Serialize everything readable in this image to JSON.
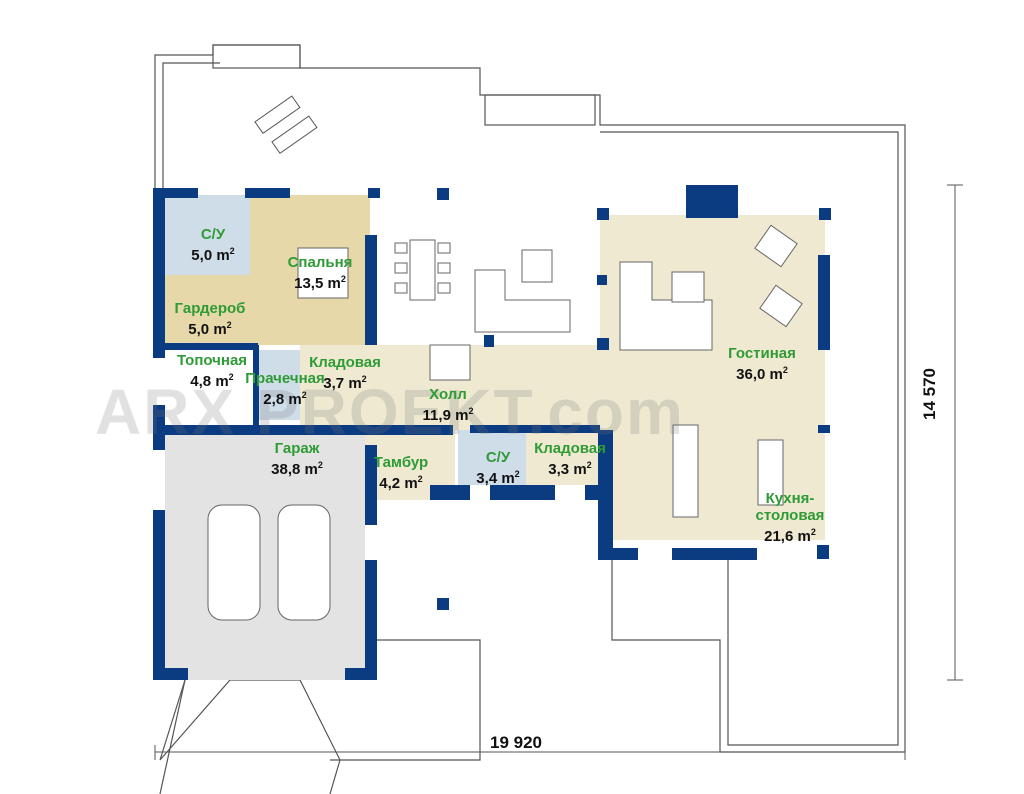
{
  "watermark": "ARX PROEKT.com",
  "unit_suffix": "m",
  "unit_power": "2",
  "rooms": [
    {
      "name": "С/У",
      "area": "5,0"
    },
    {
      "name": "Спальня",
      "area": "13,5"
    },
    {
      "name": "Гардероб",
      "area": "5,0"
    },
    {
      "name": "Топочная",
      "area": "4,8"
    },
    {
      "name": "Прачечная",
      "area": "2,8"
    },
    {
      "name": "Кладовая",
      "area": "3,7"
    },
    {
      "name": "Холл",
      "area": "11,9"
    },
    {
      "name": "Гараж",
      "area": "38,8"
    },
    {
      "name": "Тамбур",
      "area": "4,2"
    },
    {
      "name": "С/У",
      "area": "3,4"
    },
    {
      "name": "Кладовая",
      "area": "3,3"
    },
    {
      "name": "Гостиная",
      "area": "36,0"
    },
    {
      "name": "Кухня-\nстоловая",
      "area": "21,6"
    }
  ],
  "dimensions": {
    "width": "19 920",
    "depth": "14 570"
  },
  "colors": {
    "wall": "#0b3b80",
    "label": "#2e9b35",
    "hall": "#efe9d2",
    "bedroom": "#e6d8a9",
    "wet": "#cfdde9",
    "garage": "#e3e3e3"
  }
}
